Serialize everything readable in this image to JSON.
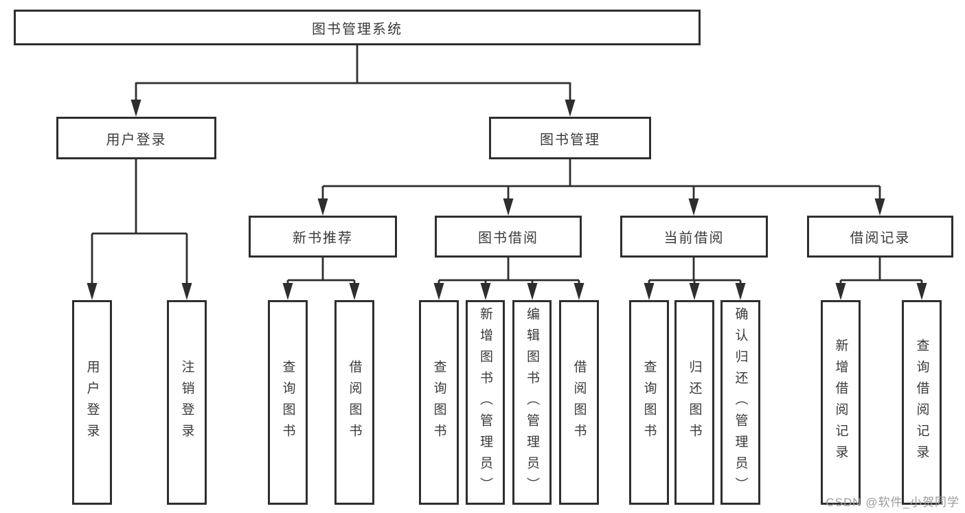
{
  "diagram": {
    "type": "tree",
    "nodes": {
      "system": {
        "label": "图书管理系统"
      },
      "user_login": {
        "label": "用户登录"
      },
      "book_mgmt": {
        "label": "图书管理"
      },
      "new_book_rec": {
        "label": "新书推荐"
      },
      "book_borrow": {
        "label": "图书借阅"
      },
      "current_borrow": {
        "label": "当前借阅"
      },
      "borrow_records": {
        "label": "借阅记录"
      },
      "ul_user_login": {
        "label": "用户登录"
      },
      "ul_logout": {
        "label": "注销登录"
      },
      "nb_query": {
        "label": "查询图书"
      },
      "nb_borrow": {
        "label": "借阅图书"
      },
      "bb_query": {
        "label": "查询图书"
      },
      "bb_add": {
        "label": "新增图书（管理员）"
      },
      "bb_edit": {
        "label": "编辑图书（管理员）"
      },
      "bb_borrow": {
        "label": "借阅图书"
      },
      "cb_query": {
        "label": "查询图书"
      },
      "cb_return": {
        "label": "归还图书"
      },
      "cb_confirm": {
        "label": "确认归还（管理员）"
      },
      "br_add": {
        "label": "新增借阅记录"
      },
      "br_query": {
        "label": "查询借阅记录"
      }
    },
    "hierarchy": {
      "图书管理系统": {
        "用户登录": [
          "用户登录",
          "注销登录"
        ],
        "图书管理": {
          "新书推荐": [
            "查询图书",
            "借阅图书"
          ],
          "图书借阅": [
            "查询图书",
            "新增图书（管理员）",
            "编辑图书（管理员）",
            "借阅图书"
          ],
          "当前借阅": [
            "查询图书",
            "归还图书",
            "确认归还（管理员）"
          ],
          "借阅记录": [
            "新增借阅记录",
            "查询借阅记录"
          ]
        }
      }
    }
  },
  "watermark": {
    "text": "CSDN @软件_小贺同学"
  },
  "colors": {
    "line": "#2e2e2e",
    "box_border": "#2e2e2e",
    "text": "#3a3a3a",
    "watermark": "#9b9b9b",
    "background": "#ffffff"
  }
}
